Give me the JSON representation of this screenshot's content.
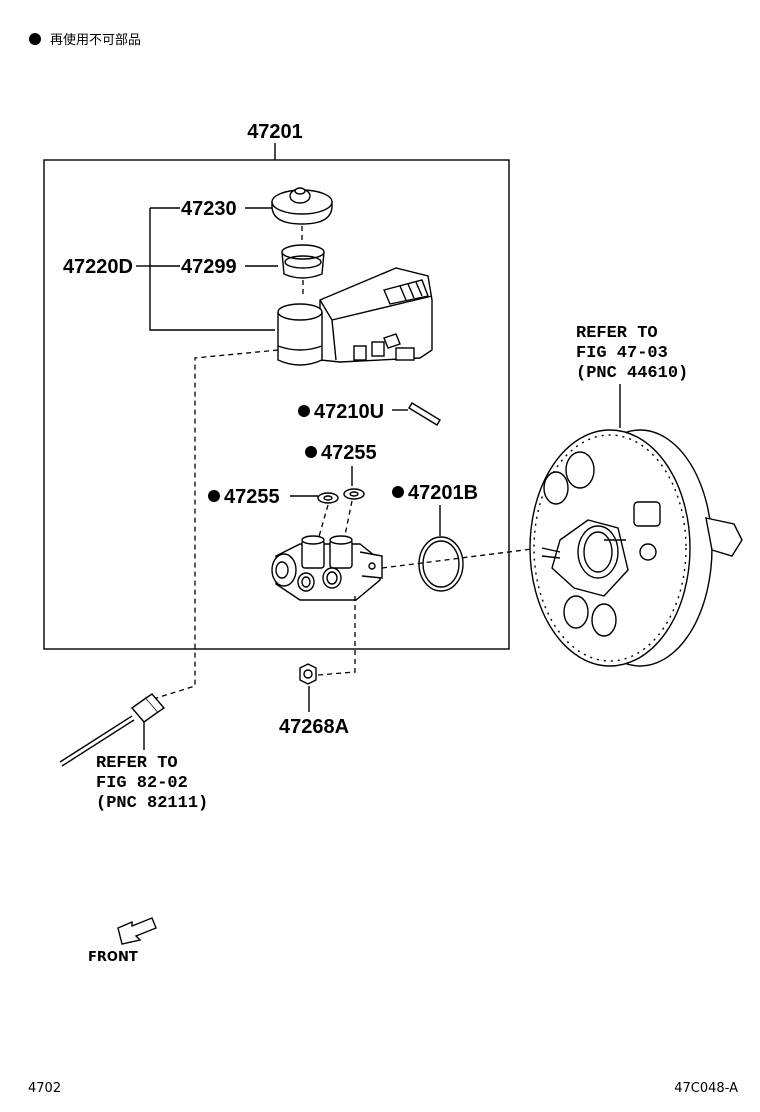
{
  "legend": {
    "text": "再使用不可部品"
  },
  "parts": {
    "assembly": "47201",
    "cap": "47230",
    "strainer": "47299",
    "reservoir_set": "47220D",
    "pin": "47210U",
    "grommet_upper": "47255",
    "grommet_lower": "47255",
    "o_ring": "47201B",
    "nut": "47268A"
  },
  "refs": {
    "booster": {
      "line1": "REFER TO",
      "line2": "FIG 47-03",
      "line3": "(PNC 44610)"
    },
    "hose": {
      "line1": "REFER TO",
      "line2": "FIG 82-02",
      "line3": "(PNC 82111)"
    }
  },
  "front_label": "FRONT",
  "footer": {
    "page": "4702",
    "figure_code": "47C048-A"
  },
  "non_reusable_parts": [
    "47210U",
    "47255",
    "47255",
    "47201B"
  ]
}
